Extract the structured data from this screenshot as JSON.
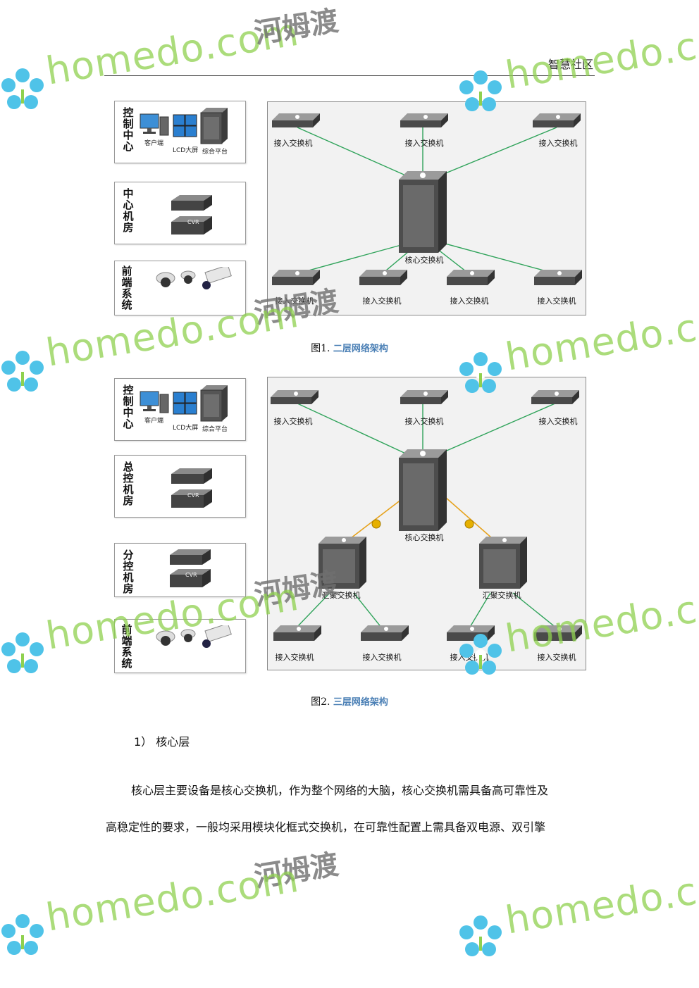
{
  "header": {
    "title": "智慧社区"
  },
  "figure1": {
    "side_boxes": [
      {
        "label": "控制中心",
        "devices": [
          "客户端",
          "LCD大屏",
          "综合平台"
        ]
      },
      {
        "label": "中心机房",
        "devices": [
          "CVR"
        ]
      },
      {
        "label": "前端系统",
        "devices": []
      }
    ],
    "top_switches": [
      "接入交换机",
      "接入交换机",
      "接入交换机"
    ],
    "core": "核心交换机",
    "bottom_switches": [
      "接入交换机",
      "接入交换机",
      "接入交换机",
      "接入交换机"
    ],
    "caption_prefix": "图1.",
    "caption_title": "二层网络架构"
  },
  "figure2": {
    "side_boxes": [
      {
        "label": "控制中心",
        "devices": [
          "客户端",
          "LCD大屏",
          "综合平台"
        ]
      },
      {
        "label": "总控机房",
        "devices": [
          "CVR"
        ]
      },
      {
        "label": "分控机房",
        "devices": [
          "CVR"
        ]
      },
      {
        "label": "前端系统",
        "devices": []
      }
    ],
    "top_switches": [
      "接入交换机",
      "接入交换机",
      "接入交换机"
    ],
    "core": "核心交换机",
    "aggregation": [
      "汇聚交换机",
      "汇聚交换机"
    ],
    "bottom_switches": [
      "接入交换机",
      "接入交换机",
      "接入交换机",
      "接入交换机"
    ],
    "caption_prefix": "图2.",
    "caption_title": "三层网络架构"
  },
  "section": {
    "heading": "1） 核心层",
    "paragraph_line1": "核心层主要设备是核心交换机，作为整个网络的大脑，核心交换机需具备高可靠性及",
    "paragraph_line2": "高稳定性的要求，一般均采用模块化框式交换机，在可靠性配置上需具备双电源、双引擎"
  },
  "watermark": {
    "en": "homedo.com",
    "cn": "河姆渡"
  },
  "colors": {
    "link_green": "#2fa35a",
    "link_orange": "#e6a21c",
    "caption_blue": "#4a7fb5",
    "wm_green": "#8fd14f"
  }
}
